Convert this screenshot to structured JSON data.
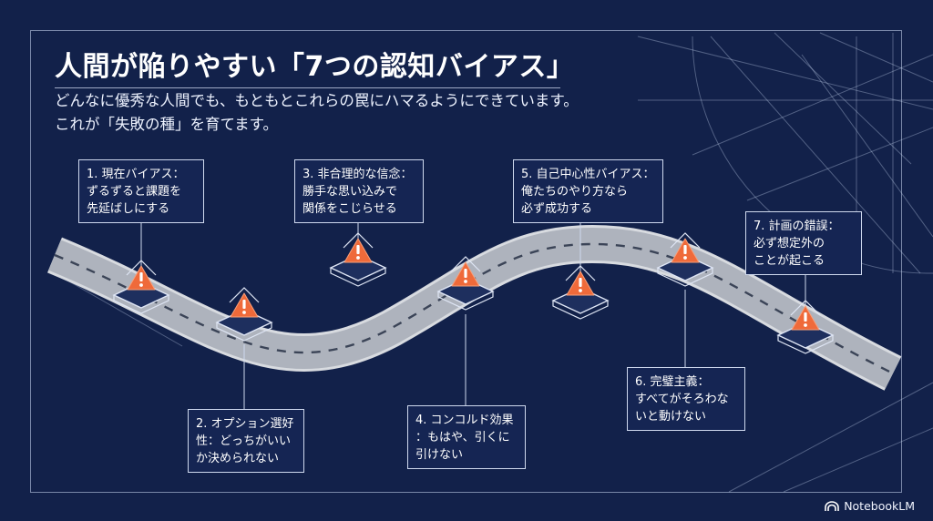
{
  "title": "人間が陥りやすい「7つの認知バイアス」",
  "subtitle": {
    "line1": "どんなに優秀な人間でも、もともとこれらの罠にハマるようにできています。",
    "line2": "これが「失敗の種」を育てます。"
  },
  "biases": [
    {
      "line1": "1. 現在バイアス：",
      "line2": "ずるずると課題を",
      "line3": "先延ばしにする"
    },
    {
      "line1": "2. オプション選好",
      "line2": "性：どっちがいい",
      "line3": "か決められない"
    },
    {
      "line1": "3. 非合理的な信念：",
      "line2": "勝手な思い込みで",
      "line3": "関係をこじらせる"
    },
    {
      "line1": "4. コンコルド効果",
      "line2": "：もはや、引くに",
      "line3": "引けない"
    },
    {
      "line1": "5. 自己中心性バイアス：",
      "line2": "俺たちのやり方なら",
      "line3": "必ず成功する"
    },
    {
      "line1": "6. 完璧主義：",
      "line2": "すべてがそろわな",
      "line3": "いと動けない"
    },
    {
      "line1": "7. 計画の錯誤：",
      "line2": "必ず想定外の",
      "line3": "ことが起こる"
    }
  ],
  "brand": "NotebookLM",
  "icons": {
    "warning": "warning-triangle-icon",
    "brand": "notebooklm-logo-icon"
  },
  "colors": {
    "background": "#12214a",
    "road": "#c9ccd2",
    "warning": "#ef6a3a",
    "line": "#cfd9ee"
  }
}
